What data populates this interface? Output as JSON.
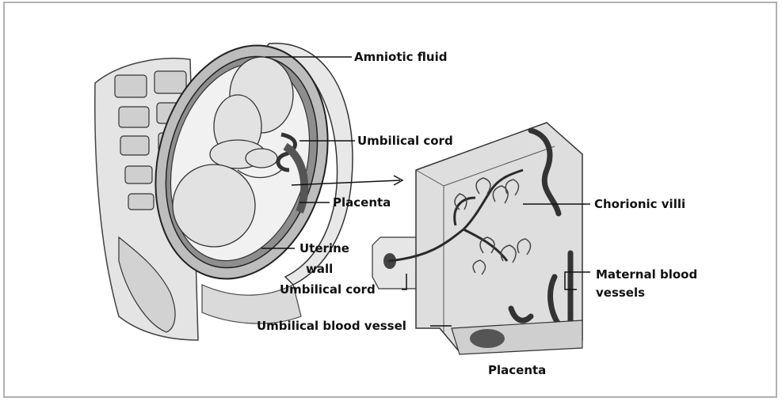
{
  "labels": {
    "amniotic_fluid": "Amniotic fluid",
    "umbilical_cord_top": "Umbilical cord",
    "placenta_left": "Placenta",
    "uterine_wall_1": "Uterine",
    "uterine_wall_2": "wall",
    "chorionic_villi": "Chorionic villi",
    "maternal_1": "Maternal blood",
    "maternal_2": "vessels",
    "umbilical_cord_bottom": "Umbilical cord",
    "umbilical_blood_vessel": "Umbilical blood vessel",
    "placenta_caption": "Placenta"
  },
  "colors": {
    "ink": "#1a1a1a",
    "tissue": "#d8d8d8",
    "skin": "#e6e6e6",
    "vessel_dark": "#3a3a3a",
    "frame": "#b0b0b0"
  }
}
